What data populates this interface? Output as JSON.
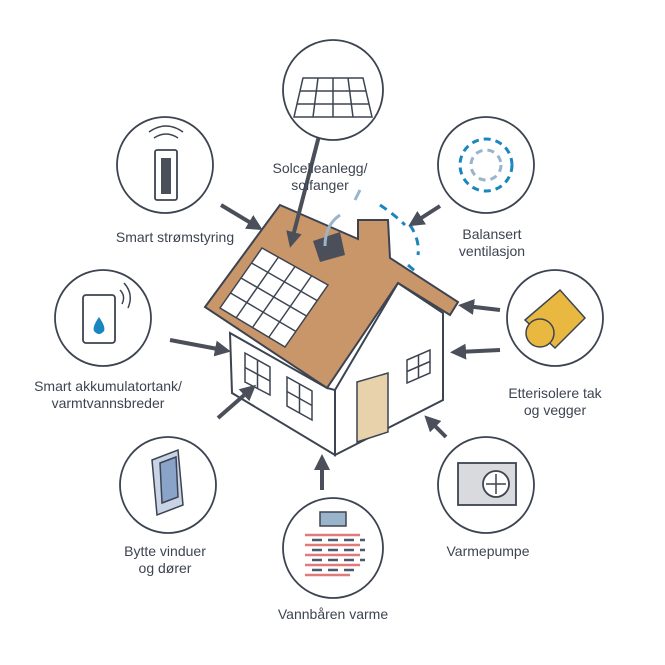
{
  "labels": {
    "solar": [
      "Solcelleanlegg/",
      "solfanger"
    ],
    "smart_power": "Smart strømstyring",
    "ventilation": [
      "Balansert",
      "ventilasjon"
    ],
    "tank": [
      "Smart akkumulatortank/",
      "varmtvannsbreder"
    ],
    "insulation": [
      "Etterisolere tak",
      "og vegger"
    ],
    "windows": [
      "Bytte vinduer",
      "og dører"
    ],
    "heat_pump": "Varmepumpe",
    "waterborne": "Vannbåren varme"
  },
  "colors": {
    "roof": "#c9966a",
    "line": "#3d4451",
    "door": "#e8d2ac",
    "vent": "#1a86c0",
    "insulation": "#e9b840"
  }
}
